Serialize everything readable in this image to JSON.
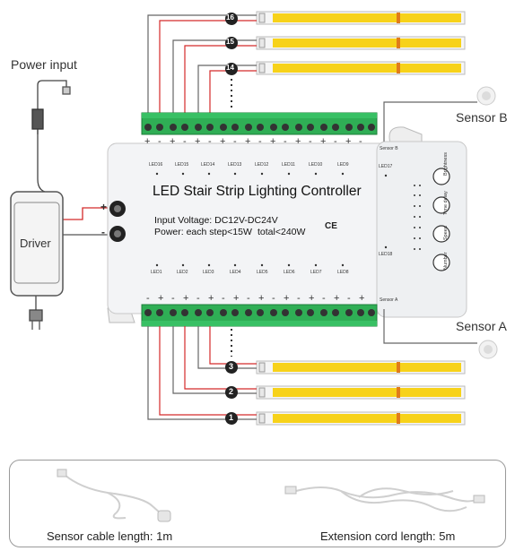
{
  "controller": {
    "title": "LED Stair Strip Lighting Controller",
    "input_voltage": "Input Voltage: DC12V-DC24V",
    "power_step": "Power: each step<15W",
    "power_total": "total<240W",
    "top_led_labels": [
      "LED16",
      "LED15",
      "LED14",
      "LED13",
      "LED12",
      "LED11",
      "LED10",
      "LED9"
    ],
    "bottom_led_labels": [
      "LED1",
      "LED2",
      "LED3",
      "LED4",
      "LED5",
      "LED6",
      "LED7",
      "LED8"
    ],
    "led17": "LED17",
    "led18": "LED18",
    "sensor_b_port": "Sensor B",
    "sensor_a_port": "Sensor A",
    "knobs": [
      "Brightness",
      "Time delay",
      "Speed",
      "Number"
    ],
    "plus_sign": "+",
    "minus_sign": "-",
    "cert_marks": "CE"
  },
  "labels": {
    "power_input": "Power input",
    "driver": "Driver",
    "sensor_b": "Sensor B",
    "sensor_a": "Sensor A"
  },
  "steps": {
    "top": [
      "16",
      "15",
      "14"
    ],
    "bottom": [
      "3",
      "2",
      "1"
    ]
  },
  "accessories": {
    "sensor_cable": "Sensor cable length: 1m",
    "extension_cord": "Extension cord length: 5m"
  },
  "colors": {
    "terminal_green": "#2fae55",
    "strip_yellow": "#f7d21a",
    "wire_red": "#d42a2a"
  }
}
